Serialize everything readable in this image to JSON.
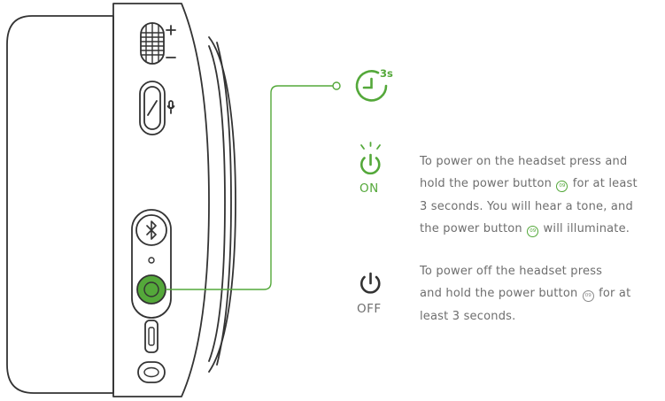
{
  "colors": {
    "accent_green": "#54a83a",
    "outline": "#333333",
    "text_gray": "#6e6e6e",
    "icon_dark": "#333333"
  },
  "icons": {
    "hold_timer": "clock-hold-3s-icon",
    "power_on": "power-on-icon",
    "power_off": "power-off-icon"
  },
  "timer_label": "3s",
  "power_button_ref": "09",
  "power_on": {
    "label": "ON",
    "line1": "To power on the headset press and",
    "line2_pre": "hold the power button",
    "line2_post": "for at least",
    "line3": "3 seconds. You will hear a tone, and",
    "line4_pre": "the power button",
    "line4_post": "will illuminate."
  },
  "power_off": {
    "label": "OFF",
    "line1": "To power off the headset press",
    "line2_pre": "and hold the power button",
    "line2_post": "for at",
    "line3": "least 3 seconds."
  }
}
